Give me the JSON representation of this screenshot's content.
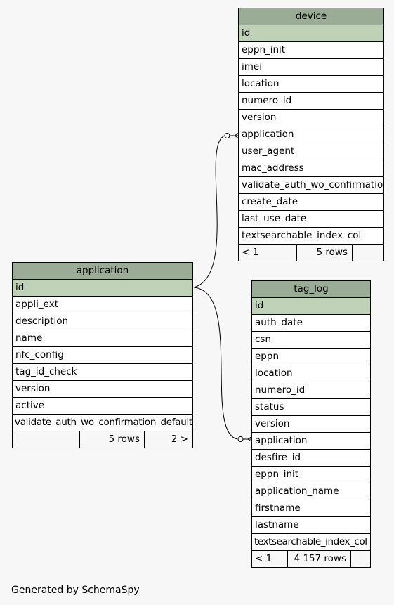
{
  "tables": {
    "device": {
      "title": "device",
      "pk": "id",
      "columns": [
        "eppn_init",
        "imei",
        "location",
        "numero_id",
        "version",
        "application",
        "user_agent",
        "mac_address",
        "validate_auth_wo_confirmation",
        "create_date",
        "last_use_date",
        "textsearchable_index_col"
      ],
      "footer": {
        "left": "< 1",
        "mid": "5 rows",
        "right": ""
      }
    },
    "application": {
      "title": "application",
      "pk": "id",
      "columns": [
        "appli_ext",
        "description",
        "name",
        "nfc_config",
        "tag_id_check",
        "version",
        "active",
        "validate_auth_wo_confirmation_default"
      ],
      "footer": {
        "left": "",
        "mid": "5 rows",
        "right": "2 >"
      }
    },
    "tag_log": {
      "title": "tag_log",
      "pk": "id",
      "columns": [
        "auth_date",
        "csn",
        "eppn",
        "location",
        "numero_id",
        "status",
        "version",
        "application",
        "desfire_id",
        "eppn_init",
        "application_name",
        "firstname",
        "lastname",
        "textsearchable_index_col"
      ],
      "footer": {
        "left": "< 1",
        "mid": "4 157 rows",
        "right": ""
      }
    }
  },
  "relationships": [
    {
      "from": "device.application",
      "to": "application.id"
    },
    {
      "from": "tag_log.application",
      "to": "application.id"
    }
  ],
  "credit": "Generated by SchemaSpy"
}
